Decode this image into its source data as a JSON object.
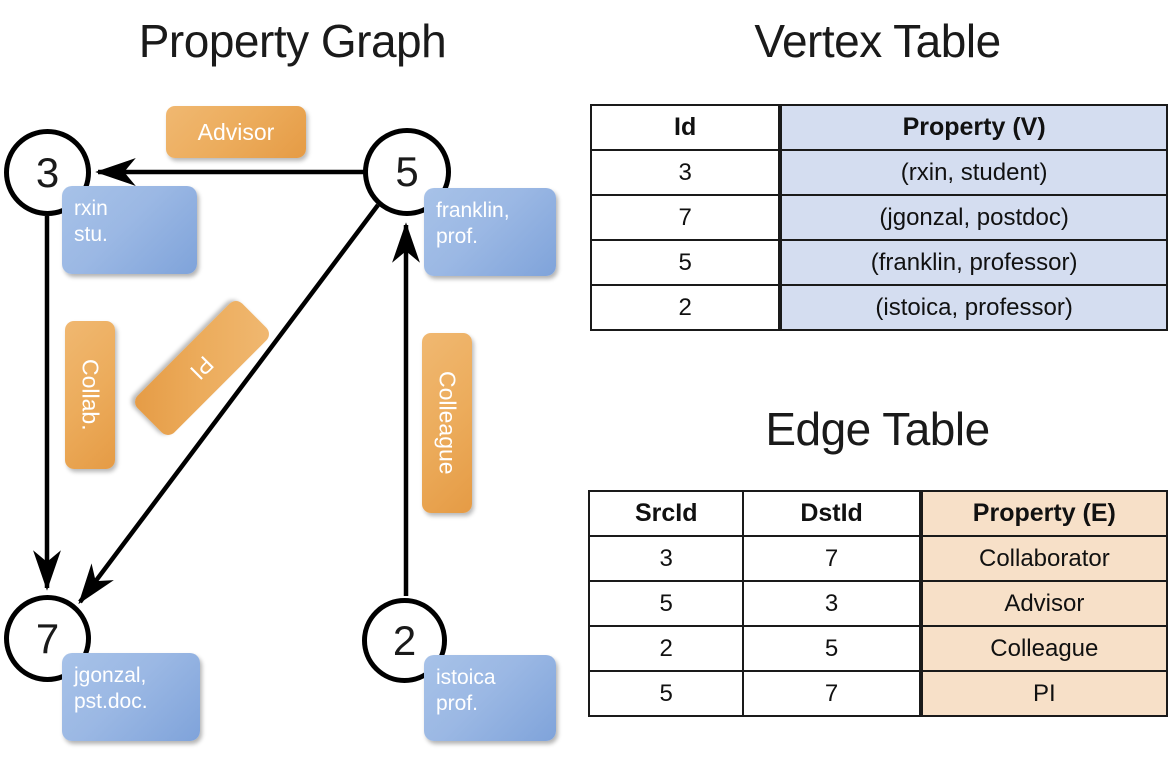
{
  "titles": {
    "property_graph": "Property Graph",
    "vertex_table": "Vertex Table",
    "edge_table": "Edge Table"
  },
  "graph": {
    "nodes": [
      {
        "id": "3",
        "property_lines": [
          "rxin",
          "stu."
        ]
      },
      {
        "id": "5",
        "property_lines": [
          "franklin,",
          "prof."
        ]
      },
      {
        "id": "7",
        "property_lines": [
          "jgonzal,",
          "pst.doc."
        ]
      },
      {
        "id": "2",
        "property_lines": [
          "istoica",
          "prof."
        ]
      }
    ],
    "edge_labels": [
      {
        "name": "advisor",
        "text": "Advisor"
      },
      {
        "name": "collab",
        "text": "Collab."
      },
      {
        "name": "pi",
        "text": "PI"
      },
      {
        "name": "colleague",
        "text": "Colleague"
      }
    ]
  },
  "vertex_table": {
    "headers": [
      "Id",
      "Property (V)"
    ],
    "rows": [
      {
        "id": "3",
        "property": "(rxin, student)"
      },
      {
        "id": "7",
        "property": "(jgonzal, postdoc)"
      },
      {
        "id": "5",
        "property": "(franklin, professor)"
      },
      {
        "id": "2",
        "property": "(istoica, professor)"
      }
    ]
  },
  "edge_table": {
    "headers": [
      "SrcId",
      "DstId",
      "Property (E)"
    ],
    "rows": [
      {
        "src": "3",
        "dst": "7",
        "property": "Collaborator"
      },
      {
        "src": "5",
        "dst": "3",
        "property": "Advisor"
      },
      {
        "src": "2",
        "dst": "5",
        "property": "Colleague"
      },
      {
        "src": "5",
        "dst": "7",
        "property": "PI"
      }
    ]
  },
  "colors": {
    "vertex_property_bg": "#d4ddf0",
    "edge_property_bg": "#f7e0c8",
    "node_box_blue": "#9bb8e4",
    "edge_label_orange": "#ecac5c",
    "stroke": "#000000"
  }
}
